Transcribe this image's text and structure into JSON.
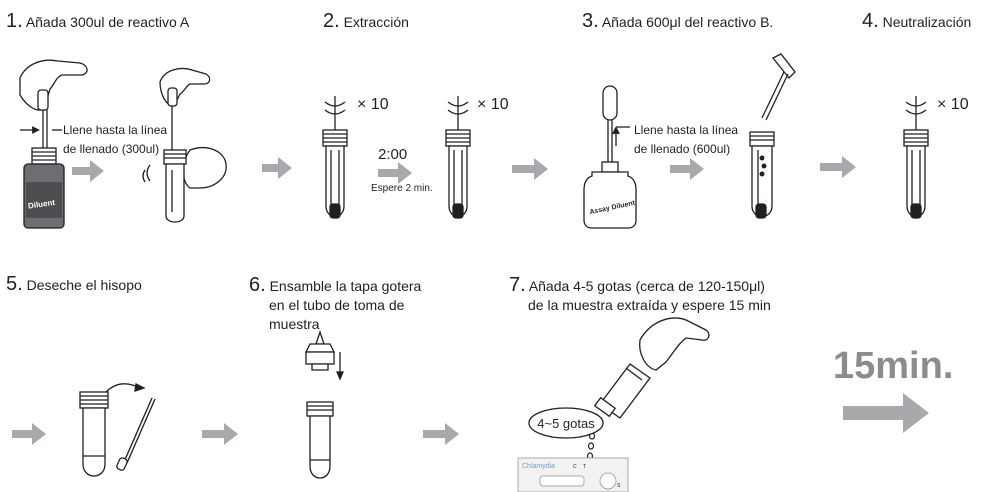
{
  "steps": [
    {
      "num": "1.",
      "text": "Añada 300ul de reactivo A"
    },
    {
      "num": "2.",
      "text": "Extracción"
    },
    {
      "num": "3.",
      "text": "Añada 600μl del reactivo B."
    },
    {
      "num": "4.",
      "text": "Neutralización"
    },
    {
      "num": "5.",
      "text": "Deseche el hisopo"
    },
    {
      "num": "6.",
      "lines": [
        "Ensamble la tapa gotera",
        "en el tubo de toma de",
        "muestra"
      ]
    },
    {
      "num": "7.",
      "lines": [
        "Añada 4-5 gotas (cerca de 120-150μl)",
        "de la muestra extraída y espere 15 min"
      ]
    }
  ],
  "labels": {
    "fill_300": [
      "Llene hasta la línea",
      "de llenado (300ul)"
    ],
    "fill_600": [
      "Llene hasta la línea",
      "de llenado (600ul)"
    ],
    "diluent": "Diluent",
    "assay_diluent": "Assay Diluent",
    "timer": "2:00",
    "wait": "Espere 2 min.",
    "times10": "× 10",
    "drops": "4~5 gotas",
    "device_brand": "Chlamydia",
    "device_marks": [
      "C",
      "T",
      "S"
    ],
    "wait_time": "15min."
  }
}
